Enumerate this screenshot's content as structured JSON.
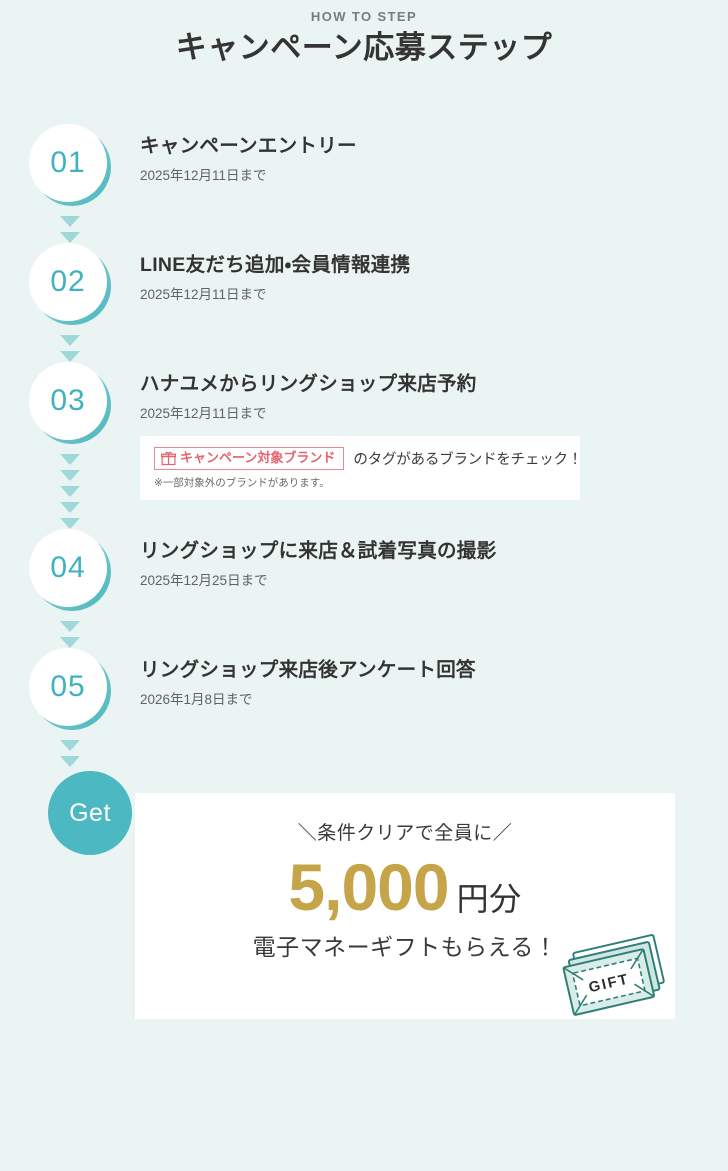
{
  "header": {
    "eyebrow": "HOW TO STEP",
    "title": "キャンペーン応募ステップ"
  },
  "steps": [
    {
      "number": "01",
      "title": "キャンペーンエントリー",
      "date": "2025年12月11日まで",
      "arrows_below": 2
    },
    {
      "number": "02",
      "title": "LINE友だち追加・会員情報連携",
      "date": "2025年12月11日まで",
      "arrows_below": 2
    },
    {
      "number": "03",
      "title": "ハナユメからリングショップ来店予約",
      "date": "2025年12月11日まで",
      "arrows_below": 5,
      "note": {
        "tag_icon": "gift-box-icon",
        "tag_label": "キャンペーン対象ブランド",
        "text": "のタグがあるブランドをチェック！",
        "sub": "※一部対象外のブランドがあります。"
      }
    },
    {
      "number": "04",
      "title": "リングショップに来店＆試着写真の撮影",
      "date": "2025年12月25日まで",
      "arrows_below": 2
    },
    {
      "number": "05",
      "title": "リングショップ来店後アンケート回答",
      "date": "2026年1月8日まで",
      "arrows_below": 2
    }
  ],
  "reward": {
    "badge_label": "Get",
    "lead": "＼条件クリアで全員に／",
    "amount": "5,000",
    "unit": "円分",
    "sub": "電子マネーギフトもらえる！",
    "illustration": "gift-ticket-icon",
    "illustration_label": "GIFT"
  },
  "colors": {
    "background": "#eaf4f2",
    "teal_accent": "#4cb8c2",
    "step_number": "#3fb2bd",
    "arrow": "#9ed8d9",
    "amount_gold": "#c6a449",
    "tag_red": "#e4636e",
    "card_white": "#ffffff"
  }
}
